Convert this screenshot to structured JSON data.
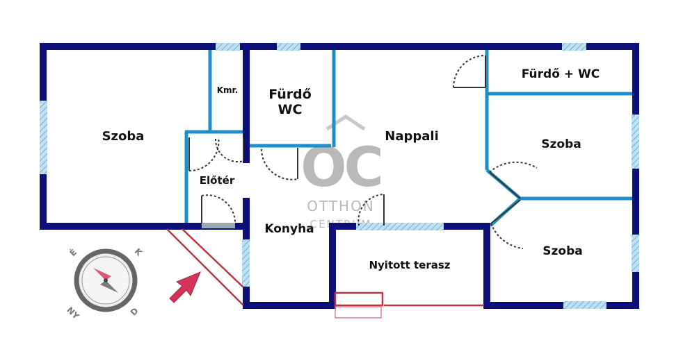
{
  "rooms": {
    "szoba_left": "Szoba",
    "kamra": "Kmr.",
    "furdo_wc_line1": "Fürdő",
    "furdo_wc_line2": "WC",
    "nappali": "Nappali",
    "furdo_wc_right": "Fürdő + WC",
    "szoba_right_top": "Szoba",
    "szoba_right_bottom": "Szoba",
    "eloter": "Előtér",
    "konyha": "Konyha",
    "terasz": "Nyitott terasz"
  },
  "watermark": {
    "logo_text": "OC",
    "line1": "OTTHON",
    "line2": "CENTRUM"
  },
  "compass": {
    "north": "É",
    "east": "K",
    "south": "D",
    "west": "NY"
  },
  "colors": {
    "outer_wall": "#0f0f7a",
    "inner_wall": "#1f8fc8",
    "window": "#9fcde6",
    "terrace_rail": "#c0343c",
    "entry_arrow": "#d6335a",
    "door_swing": "#333333"
  }
}
